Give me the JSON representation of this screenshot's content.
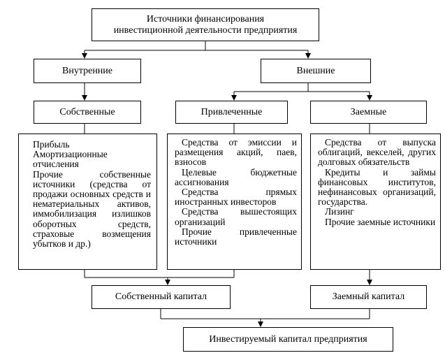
{
  "top": "Источники финансирования\nинвестиционной деятельности предприятия",
  "internal": "Внутренние",
  "external": "Внешние",
  "own": "Собственные",
  "attracted": "Привлеченные",
  "borrowed": "Заемные",
  "own_list": [
    "Прибыль",
    "Амортизационные отчисления",
    "Прочие собственные источники (средства от продажи основных средств и нематериальных активов, иммобилизация излишков оборотных средств, страховые возмещения убытков и др.)"
  ],
  "attracted_list": [
    "Средства от эмиссии и размещения акций, паев, взносов",
    "Целевые бюджетные ассигнования",
    "Средства прямых иностранных инвесторов",
    "Средства вышестоящих организаций",
    "Прочие привлеченные источники"
  ],
  "borrowed_list": [
    "Средства от выпуска облигаций, векселей, других долговых обязательств",
    "Кредиты и займы финансовых институтов, нефинансовых организаций, государства.",
    "Лизинг",
    "Прочие заемные источники"
  ],
  "own_capital": "Собственный капитал",
  "borrowed_capital": "Заемный капитал",
  "invested_capital": "Инвестируемый капитал предприятия"
}
